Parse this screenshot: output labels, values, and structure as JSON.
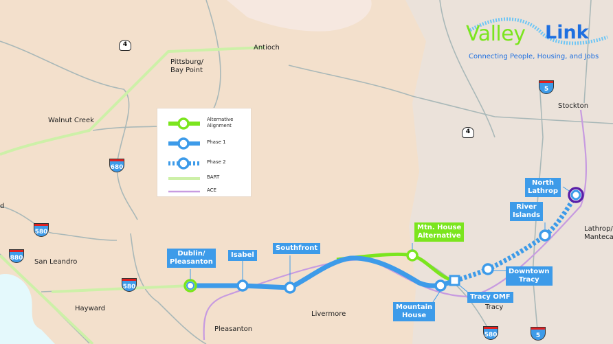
{
  "logo": {
    "word1": "Valley",
    "word2": "Link",
    "tagline": "Connecting People, Housing, and Jobs"
  },
  "legend": {
    "items": [
      {
        "label": "Alternative\nAlignment"
      },
      {
        "label": "Phase 1"
      },
      {
        "label": "Phase 2"
      },
      {
        "label": "BART"
      },
      {
        "label": "ACE"
      }
    ]
  },
  "colors": {
    "alternative": "#7be51e",
    "phase1": "#3d9be9",
    "phase2": "#3d9be9",
    "bart": "#cdf0a8",
    "ace": "#c79be0",
    "north_lathrop_ring": "#5a1fa8",
    "land_west": "#f3e0cc",
    "land_east": "#ebe2da",
    "water": "#e4f9fc"
  },
  "stations": {
    "dublin": "Dublin/\nPleasanton",
    "isabel": "Isabel",
    "southfront": "Southfront",
    "mtn_house_alt": "Mtn. House\nAlternative",
    "mountain_house": "Mountain\nHouse",
    "tracy_omf": "Tracy OMF",
    "downtown_tracy": "Downtown\nTracy",
    "river_islands": "River\nIslands",
    "north_lathrop": "North\nLathrop"
  },
  "places": {
    "antioch": "Antioch",
    "pittsburg": "Pittsburg/\nBay Point",
    "walnut_creek": "Walnut Creek",
    "san_leandro": "San Leandro",
    "hayward": "Hayward",
    "pleasanton": "Pleasanton",
    "livermore": "Livermore",
    "tracy": "Tracy",
    "stockton": "Stockton",
    "lathrop": "Lathrop/\nManteca",
    "partial": "d"
  },
  "routes": {
    "r4a": "4",
    "r4b": "4",
    "i680": "680",
    "i580a": "580",
    "i880": "880",
    "i580b": "580",
    "i5a": "5",
    "i580c": "580",
    "i5b": "5"
  }
}
